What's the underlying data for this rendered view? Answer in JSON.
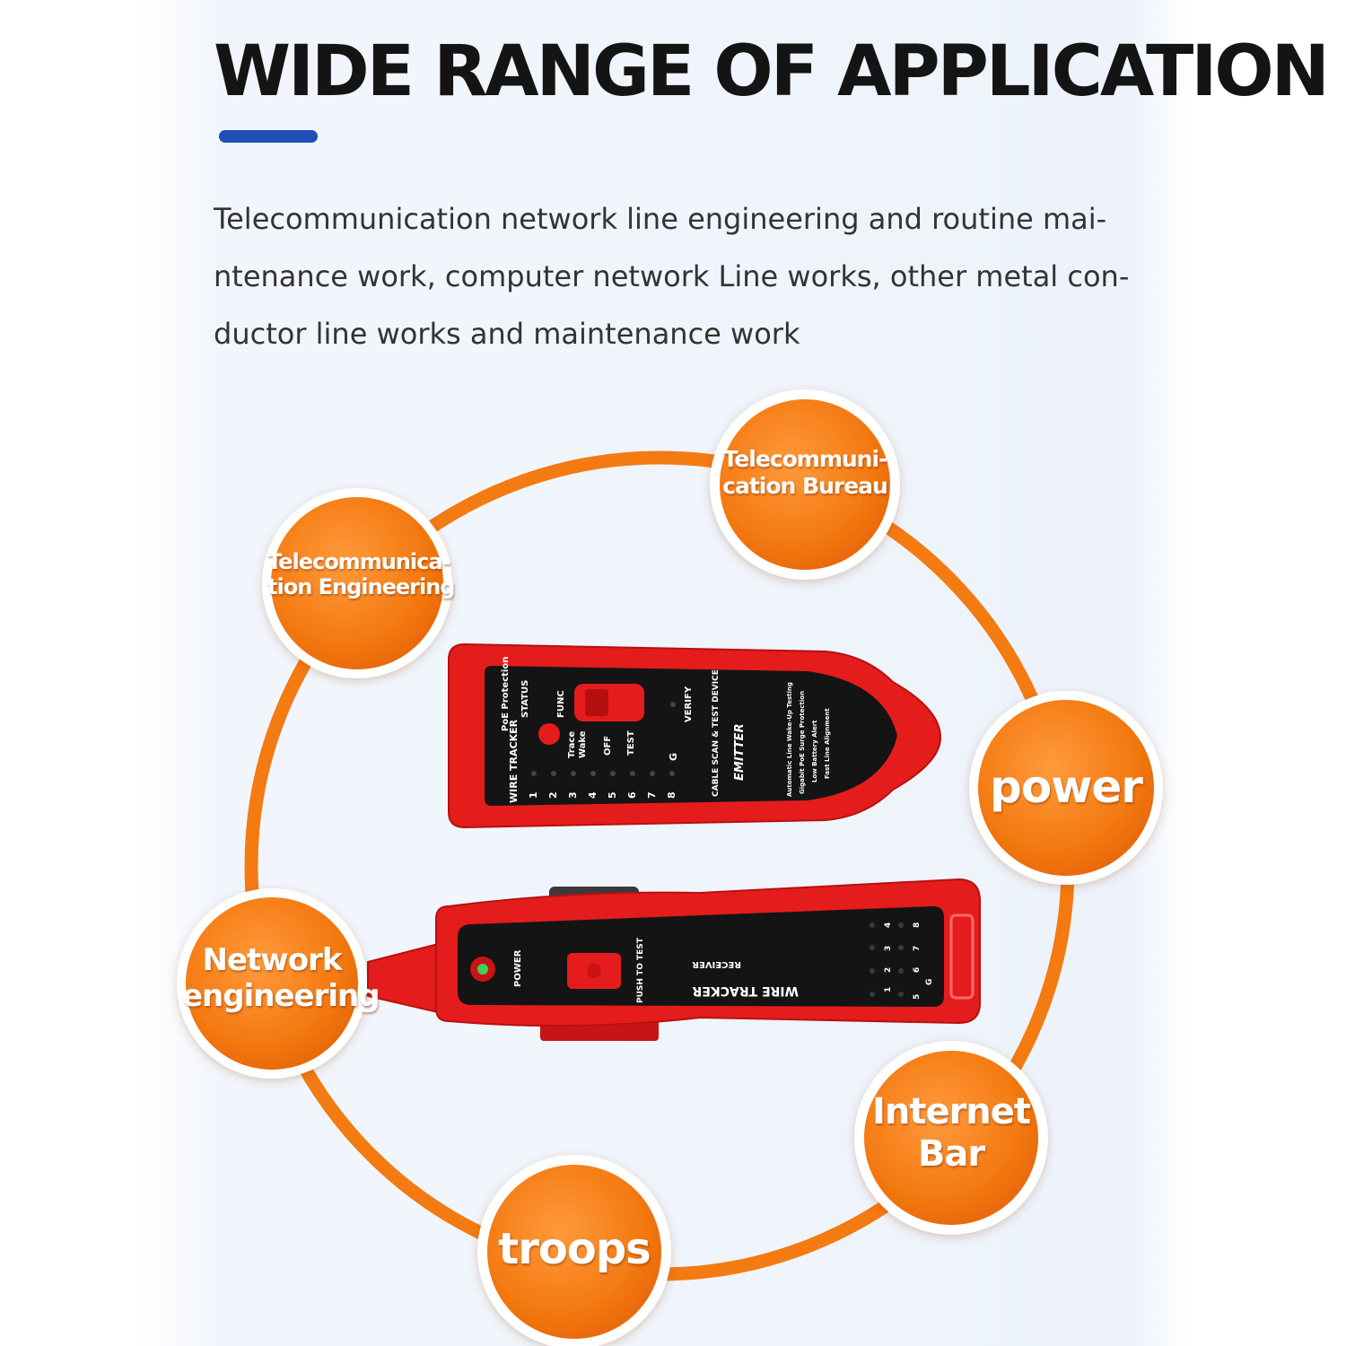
{
  "header": {
    "title": "WIDE RANGE OF APPLICATION",
    "description_lines": [
      "Telecommunication network line engineering and routine mai-",
      "ntenance work, computer network Line works, other metal con-",
      "ductor line works and maintenance work"
    ],
    "accent_color": "#1d4fb8"
  },
  "applications": [
    {
      "lines": [
        "Telecommuni-",
        "cation Bureau"
      ]
    },
    {
      "lines": [
        "Telecommunica-",
        "tion Engineering"
      ]
    },
    {
      "lines": [
        "power"
      ]
    },
    {
      "lines": [
        "Network",
        "engineering"
      ]
    },
    {
      "lines": [
        "Internet",
        "Bar"
      ]
    },
    {
      "lines": [
        "troops"
      ]
    }
  ],
  "bubble_color": "#f47a12",
  "ring_color": "#f47a12",
  "emitter": {
    "color": "#e51c1c",
    "panel_color": "#141414",
    "side_label": "WIRE TRACKER",
    "poe_label": "PoE Protection",
    "status_label": "STATUS",
    "func_label": "FUNC",
    "trace_label": "Trace",
    "wake_label": "Wake",
    "off_label": "OFF",
    "test_label": "TEST",
    "verify_label": "VERIFY",
    "ground_label": "G",
    "device_label": "CABLE SCAN & TEST DEVICE",
    "emitter_label": "EMITTER",
    "features": [
      "Automatic Line Wake-Up Testing",
      "Gigabit PoE Surge Protection",
      "Low Battery Alert",
      "Fast Line Alignment"
    ],
    "numbers": [
      "1",
      "2",
      "3",
      "4",
      "5",
      "6",
      "7",
      "8"
    ]
  },
  "receiver": {
    "color": "#e51c1c",
    "panel_color": "#141414",
    "power_label": "POWER",
    "push_label": "PUSH TO TEST",
    "title_label": "WIRE TRACKER",
    "sub_label": "RECEIVER",
    "led_color": "#3dd15b",
    "numbers": [
      "1",
      "2",
      "3",
      "4",
      "5",
      "6",
      "7",
      "8",
      "G"
    ]
  }
}
